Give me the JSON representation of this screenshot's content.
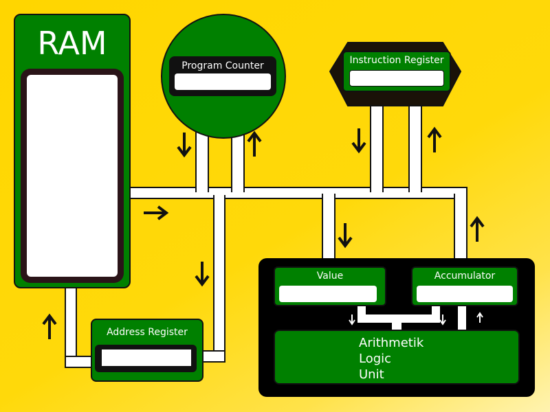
{
  "ram": {
    "title": "RAM"
  },
  "program_counter": {
    "label": "Program Counter"
  },
  "instruction_register": {
    "label": "Instruction Register"
  },
  "address_register": {
    "label": "Address Register"
  },
  "alu": {
    "value_label": "Value",
    "accumulator_label": "Accumulator",
    "unit_line1": "Arithmetik",
    "unit_line2": "Logic",
    "unit_line3": "Unit"
  },
  "colors": {
    "background": "#ffd600",
    "component": "#008000",
    "outline": "#111111",
    "bus": "#ffffff"
  },
  "icons": [
    "arrow-down-icon",
    "arrow-up-icon",
    "arrow-right-icon"
  ]
}
